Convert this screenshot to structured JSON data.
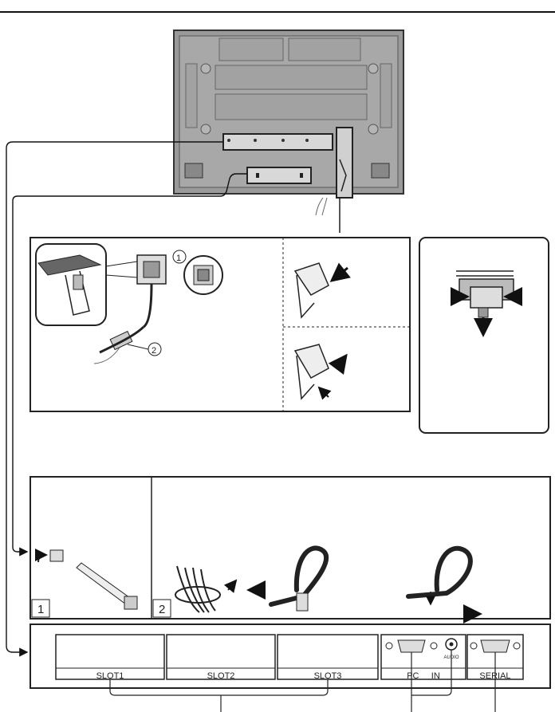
{
  "step_numbers": {
    "step1": "1",
    "step2": "2"
  },
  "callouts": {
    "c1": "1",
    "c2": "2"
  },
  "terminals": {
    "slots": [
      "SLOT1",
      "SLOT2",
      "SLOT3"
    ],
    "pc_in": "PC     IN",
    "audio": "AUDIO",
    "serial": "SERIAL"
  },
  "icons": [
    "display-rear-panel",
    "connector-plug",
    "cable-clamp",
    "cable-tie",
    "band-tie",
    "arrow"
  ]
}
